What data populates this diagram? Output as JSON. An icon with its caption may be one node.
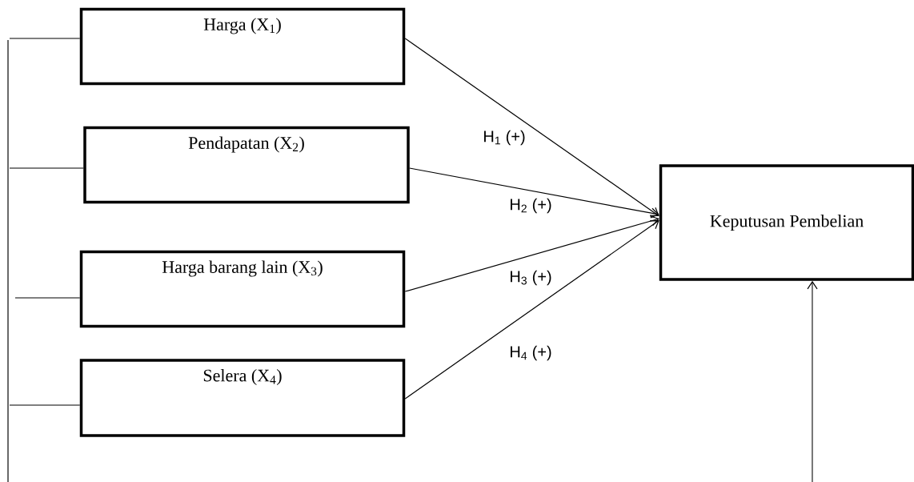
{
  "diagram": {
    "nodes": [
      {
        "text": [
          "Harga (X$_{1}$)"
        ]
      },
      {
        "text": [
          "Pendapatan (X$_{2}$)"
        ]
      },
      {
        "text": [
          "Harga barang lain (X$_{3}$)"
        ]
      },
      {
        "text": [
          "Selera (X$_{4}$)"
        ]
      },
      {
        "text": [
          "Keputusan Pembelian"
        ]
      }
    ],
    "edges": [
      {
        "from": 0,
        "to": 4,
        "arrow": "to",
        "label": "H$_{1}$ (+)"
      },
      {
        "from": 1,
        "to": 4,
        "arrow": "to",
        "label": "H$_{2}$ (+)"
      },
      {
        "from": 2,
        "to": 4,
        "arrow": "to",
        "label": "H$_{3}$ (+)"
      },
      {
        "from": 3,
        "to": 4,
        "arrow": "to",
        "label": "H$_{4}$ (+)"
      },
      {
        "from": 0,
        "to": null,
        "arrow": "none"
      },
      {
        "from": 1,
        "to": null,
        "arrow": "none"
      },
      {
        "from": 2,
        "to": null,
        "arrow": "none"
      },
      {
        "from": 3,
        "to": null,
        "arrow": "none"
      },
      {
        "from": null,
        "to": 4,
        "arrow": "to"
      }
    ]
  }
}
